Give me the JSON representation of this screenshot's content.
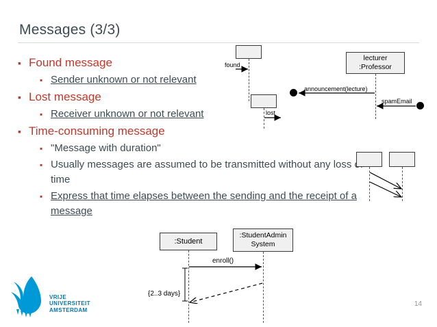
{
  "slide": {
    "title": "Messages (3/3)",
    "page_number": "14"
  },
  "bullets": [
    {
      "level": 1,
      "text": "Found message"
    },
    {
      "level": 2,
      "text": "Sender unknown or not relevant",
      "underline": true
    },
    {
      "level": 1,
      "text": "Lost message"
    },
    {
      "level": 2,
      "text": "Receiver unknown or not relevant",
      "underline": true
    },
    {
      "level": 1,
      "text": "Time-consuming message"
    },
    {
      "level": 2,
      "text": "\"Message with duration\"",
      "underline": false
    },
    {
      "level": 2,
      "text": "Usually messages are assumed to be transmitted without any loss of time",
      "underline": false
    },
    {
      "level": 2,
      "text": "Express that time elapses between the sending and the receipt of a message",
      "underline": true
    }
  ],
  "diagrams": {
    "found": {
      "label": "found",
      "box_label": ""
    },
    "lost": {
      "label": "lost",
      "box_label": ""
    },
    "lecturer": {
      "box_label": "lecturer\n:Professor",
      "line1": "lecturer",
      "line2": ":Professor",
      "message1": "announcement(lecture)",
      "message2": "spamEmail"
    },
    "duration": {
      "left_box": "",
      "right_box": ""
    },
    "student": {
      "left_box": ":Student",
      "right_box_line1": ":StudentAdmin",
      "right_box_line2": "System",
      "message": "enroll()",
      "duration_constraint": "{2..3 days}"
    }
  },
  "logo": {
    "line1": "VRIJE",
    "line2": "UNIVERSITEIT",
    "line3": "AMSTERDAM"
  }
}
